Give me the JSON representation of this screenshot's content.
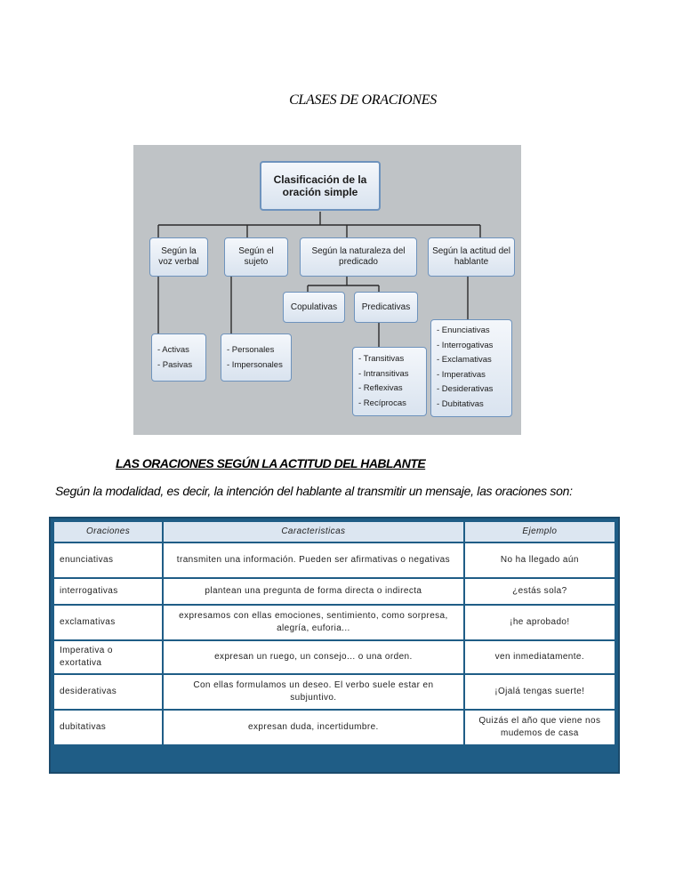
{
  "title": "CLASES DE ORACIONES",
  "diagram": {
    "root": "Clasificación de la oración simple",
    "categories": {
      "voz": "Según la voz verbal",
      "sujeto": "Según el sujeto",
      "naturaleza": "Según la naturaleza del predicado",
      "actitud": "Según la actitud del hablante"
    },
    "copulativas": "Copulativas",
    "predicativas": "Predicativas",
    "voz_items": [
      "- Activas",
      "- Pasivas"
    ],
    "sujeto_items": [
      "- Personales",
      "- Impersonales"
    ],
    "predicativas_items": [
      "- Transitivas",
      "- Intransitivas",
      "- Reflexivas",
      "- Recíprocas"
    ],
    "actitud_items": [
      "- Enunciativas",
      "- Interrogativas",
      "- Exclamativas",
      "- Imperativas",
      "- Desiderativas",
      "- Dubitativas"
    ]
  },
  "subheading": "LAS ORACIONES SEGÚN LA ACTITUD DEL HABLANTE",
  "intro": "Según la modalidad, es decir, la intención del  hablante al transmitir un mensaje, las oraciones son:",
  "table": {
    "headers": [
      "Oraciones",
      "Caracteristicas",
      "Ejemplo"
    ],
    "rows": [
      [
        "enunciativas",
        "transmiten una información. Pueden ser afirmativas o negativas",
        "No ha llegado aún"
      ],
      [
        "interrogativas",
        "plantean una pregunta de forma directa o indirecta",
        "¿estás sola?"
      ],
      [
        "exclamativas",
        "expresamos con ellas emociones, sentimiento, como sorpresa, alegría, euforia...",
        "¡he aprobado!"
      ],
      [
        "Imperativa o exortativa",
        "expresan un ruego, un consejo... o una orden.",
        "ven inmediatamente."
      ],
      [
        "desiderativas",
        "Con ellas formulamos un deseo. El verbo suele estar en subjuntivo.",
        "¡Ojalá tengas suerte!"
      ],
      [
        "dubitativas",
        "expresan duda, incertidumbre.",
        "Quizás el año que viene nos mudemos de casa"
      ]
    ]
  }
}
